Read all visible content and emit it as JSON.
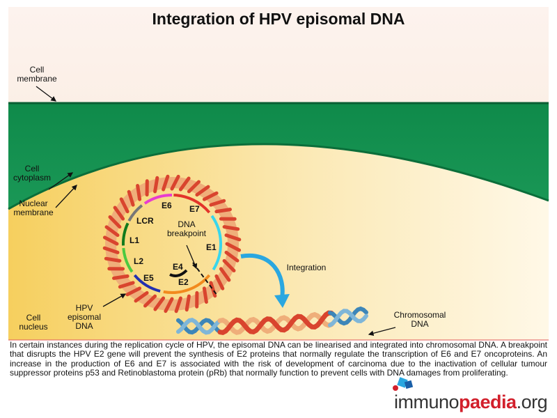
{
  "title": "Integration of HPV episomal DNA",
  "labels": {
    "cell_membrane": "Cell\nmembrane",
    "cell_cytoplasm": "Cell\ncytoplasm",
    "nuclear_membrane": "Nuclear\nmembrane",
    "cell_nucleus": "Cell\nnucleus",
    "hpv_episomal_dna": "HPV\nepisomal\nDNA",
    "dna_breakpoint": "DNA\nbreakpoint",
    "integration": "Integration",
    "chromosomal_dna": "Chromosomal\nDNA"
  },
  "genes": [
    {
      "name": "E6",
      "color": "#e83cd0"
    },
    {
      "name": "E7",
      "color": "#e3342a"
    },
    {
      "name": "E1",
      "color": "#38d6ec"
    },
    {
      "name": "E2",
      "color": "#f28a1e"
    },
    {
      "name": "E4",
      "color": "#111111"
    },
    {
      "name": "E5",
      "color": "#2230b0"
    },
    {
      "name": "L2",
      "color": "#4cc940"
    },
    {
      "name": "L1",
      "color": "#127a1c"
    },
    {
      "name": "LCR",
      "color": "#777777"
    }
  ],
  "caption": "In certain instances during the replication cycle of HPV, the episomal DNA can be linearised and integrated into chromosomal DNA. A breakpoint that disrupts the HPV E2 gene will prevent the synthesis of E2 proteins that normally regulate the transcription of E6 and E7 oncoproteins. An increase in the production of E6 and E7 is associated with the risk of development of carcinoma due to the inactivation of cellular tumour suppressor proteins p53 and Retinoblastoma protein (pRb) that normally function to prevent cells with DNA damages from proliferating.",
  "logo": {
    "part1": "immuno",
    "part2": "paedia",
    "part3": ".org"
  },
  "colors": {
    "membrane": "#0f8a4a",
    "nucleus": "#f5d36a",
    "dna_helix_red": "#d9442e",
    "dna_helix_tan": "#efae7a",
    "chromosomal_blue": "#3d86b8",
    "arrow_blue": "#2aa7e0"
  }
}
